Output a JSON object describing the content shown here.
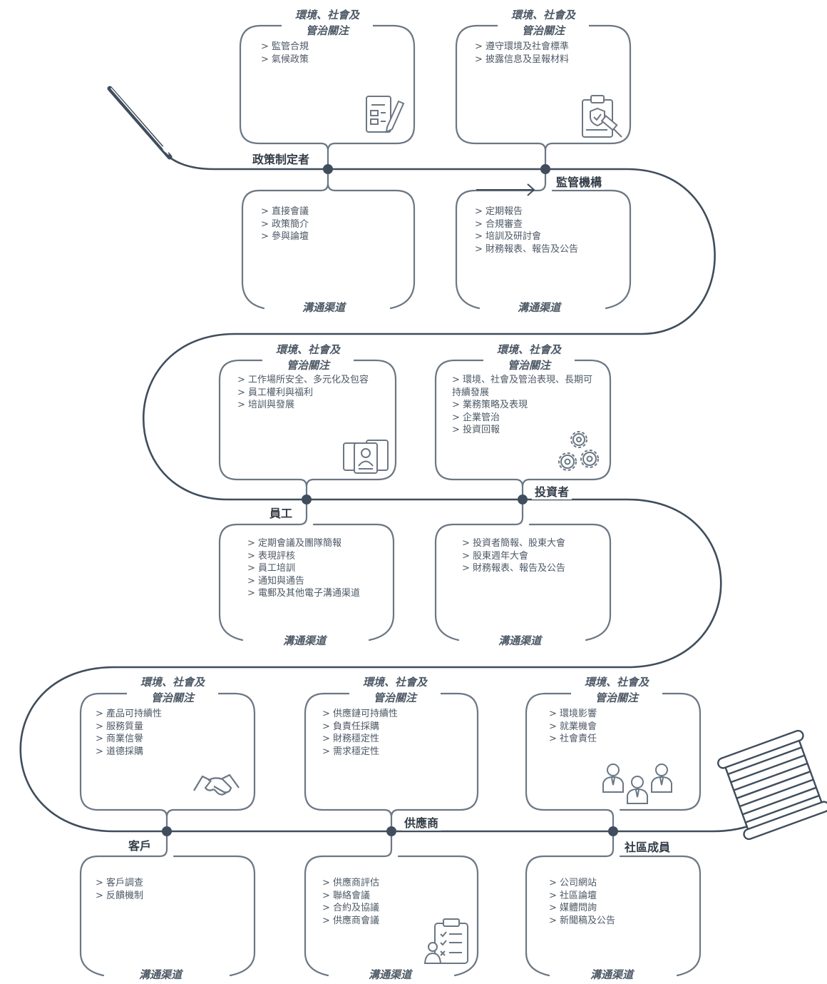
{
  "palette": {
    "line": "#3f4d5c",
    "box": "#6b7784",
    "text": "#4d5966",
    "label": "#333d47"
  },
  "stakeholders": [
    {
      "name": "政策制定者",
      "concerns_title": [
        "環境、社會及",
        "管治關注"
      ],
      "concerns": [
        "監管合規",
        "氣候政策"
      ],
      "channels_title": "溝通渠道",
      "channels": [
        "直接會議",
        "政策簡介",
        "參與論壇"
      ],
      "icon": "document-pen-icon"
    },
    {
      "name": "監管機構",
      "concerns_title": [
        "環境、社會及",
        "管治關注"
      ],
      "concerns": [
        "遵守環境及社會標準",
        "披露信息及呈報材料"
      ],
      "channels_title": "溝通渠道",
      "channels": [
        "定期報告",
        "合規審查",
        "培訓及研討會",
        "財務報表、報告及公告"
      ],
      "icon": "clipboard-gavel-icon"
    },
    {
      "name": "員工",
      "concerns_title": [
        "環境、社會及",
        "管治關注"
      ],
      "concerns": [
        "工作場所安全、多元化及包容",
        "員工權利與福利",
        "培訓與發展"
      ],
      "channels_title": "溝通渠道",
      "channels": [
        "定期會議及團隊簡報",
        "表現評核",
        "員工培訓",
        "通知與通告",
        "電郵及其他電子溝通渠道"
      ],
      "icon": "employee-profiles-icon"
    },
    {
      "name": "投資者",
      "concerns_title": [
        "環境、社會及",
        "管治關注"
      ],
      "concerns": [
        "環境、社會及管治表現、長期可持續發展",
        "業務策略及表現",
        "企業管治",
        "投資回報"
      ],
      "channels_title": "溝通渠道",
      "channels": [
        "投資者簡報、股東大會",
        "股東週年大會",
        "財務報表、報告及公告"
      ],
      "icon": "gears-icon"
    },
    {
      "name": "客戶",
      "concerns_title": [
        "環境、社會及",
        "管治關注"
      ],
      "concerns": [
        "產品可持續性",
        "服務質量",
        "商業信譽",
        "道德採購"
      ],
      "channels_title": "溝通渠道",
      "channels": [
        "客戶調查",
        "反饋機制"
      ],
      "icon": "handshake-icon"
    },
    {
      "name": "供應商",
      "concerns_title": [
        "環境、社會及",
        "管治關注"
      ],
      "concerns": [
        "供應鏈可持續性",
        "負責任採購",
        "財務穩定性",
        "需求穩定性"
      ],
      "channels_title": "溝通渠道",
      "channels": [
        "供應商評估",
        "聯絡會議",
        "合約及協議",
        "供應商會議"
      ],
      "icon": "checklist-person-icon"
    },
    {
      "name": "社區成員",
      "concerns_title": [
        "環境、社會及",
        "管治關注"
      ],
      "concerns": [
        "環境影響",
        "就業機會",
        "社會責任"
      ],
      "channels_title": "溝通渠道",
      "channels": [
        "公司網站",
        "社區論壇",
        "媒體問詢",
        "新聞稿及公告"
      ],
      "icon": "community-people-icon"
    }
  ]
}
